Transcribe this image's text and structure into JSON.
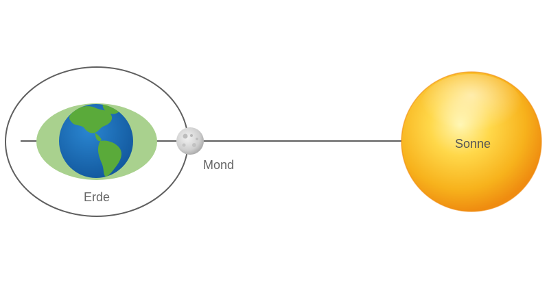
{
  "labels": {
    "earth": "Erde",
    "moon": "Mond",
    "sun": "Sonne"
  },
  "colors": {
    "orbit": "#5f5f5f",
    "line": "#5f5f5f",
    "text": "#666666",
    "bulge": "#a9d18e",
    "ocean": "#1f6fb8",
    "land": "#5aaa3a",
    "moon": "#d6d6d6",
    "sun_core": "#ffe27a",
    "sun_edge": "#f39c12"
  }
}
